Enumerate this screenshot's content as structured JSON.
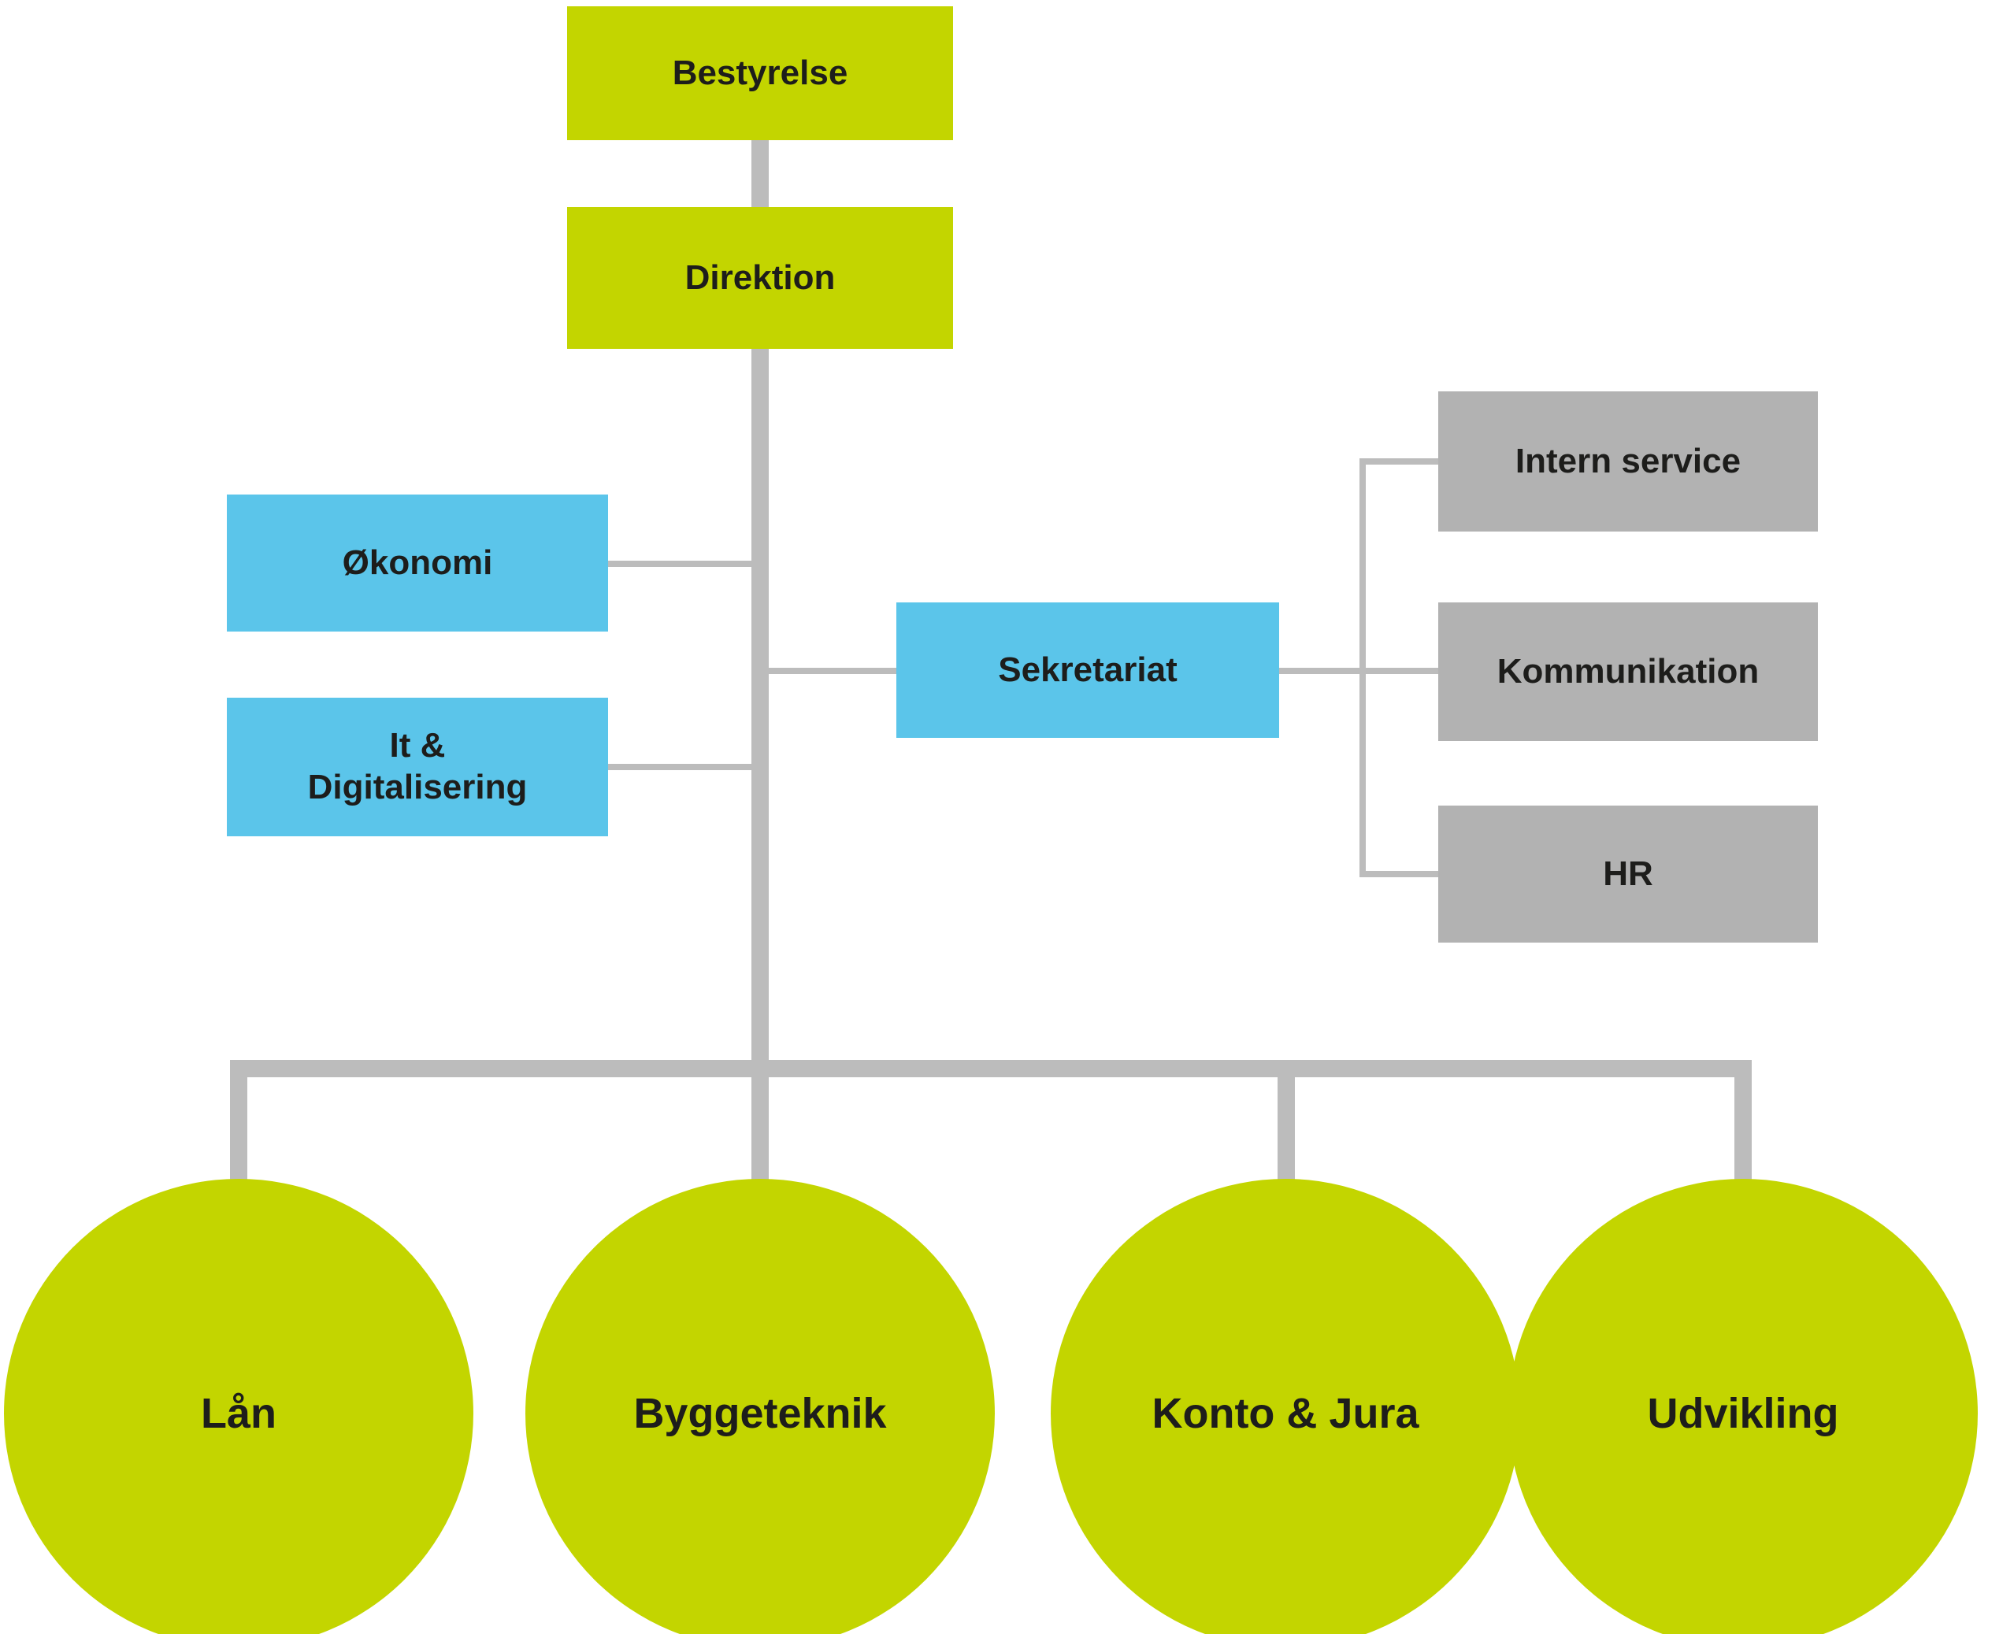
{
  "org_chart": {
    "colors": {
      "lime": "#c3d500",
      "blue": "#5bc5ea",
      "gray_box": "#b2b2b2",
      "line": "#bcbcbc",
      "text": "#1d1d1b"
    },
    "nodes": {
      "bestyrelse": "Bestyrelse",
      "direktion": "Direktion",
      "okonomi": "Økonomi",
      "it_digitalisering": "It &\nDigitalisering",
      "sekretariat": "Sekretariat",
      "intern_service": "Intern service",
      "kommunikation": "Kommunikation",
      "hr": "HR",
      "laan": "Lån",
      "byggeteknik": "Byggeteknik",
      "konto_jura": "Konto & Jura",
      "udvikling": "Udvikling"
    },
    "edges": [
      [
        "Bestyrelse",
        "Direktion"
      ],
      [
        "Direktion",
        "Økonomi"
      ],
      [
        "Direktion",
        "It & Digitalisering"
      ],
      [
        "Direktion",
        "Sekretariat"
      ],
      [
        "Sekretariat",
        "Intern service"
      ],
      [
        "Sekretariat",
        "Kommunikation"
      ],
      [
        "Sekretariat",
        "HR"
      ],
      [
        "Direktion",
        "Lån"
      ],
      [
        "Direktion",
        "Byggeteknik"
      ],
      [
        "Direktion",
        "Konto & Jura"
      ],
      [
        "Direktion",
        "Udvikling"
      ]
    ]
  }
}
